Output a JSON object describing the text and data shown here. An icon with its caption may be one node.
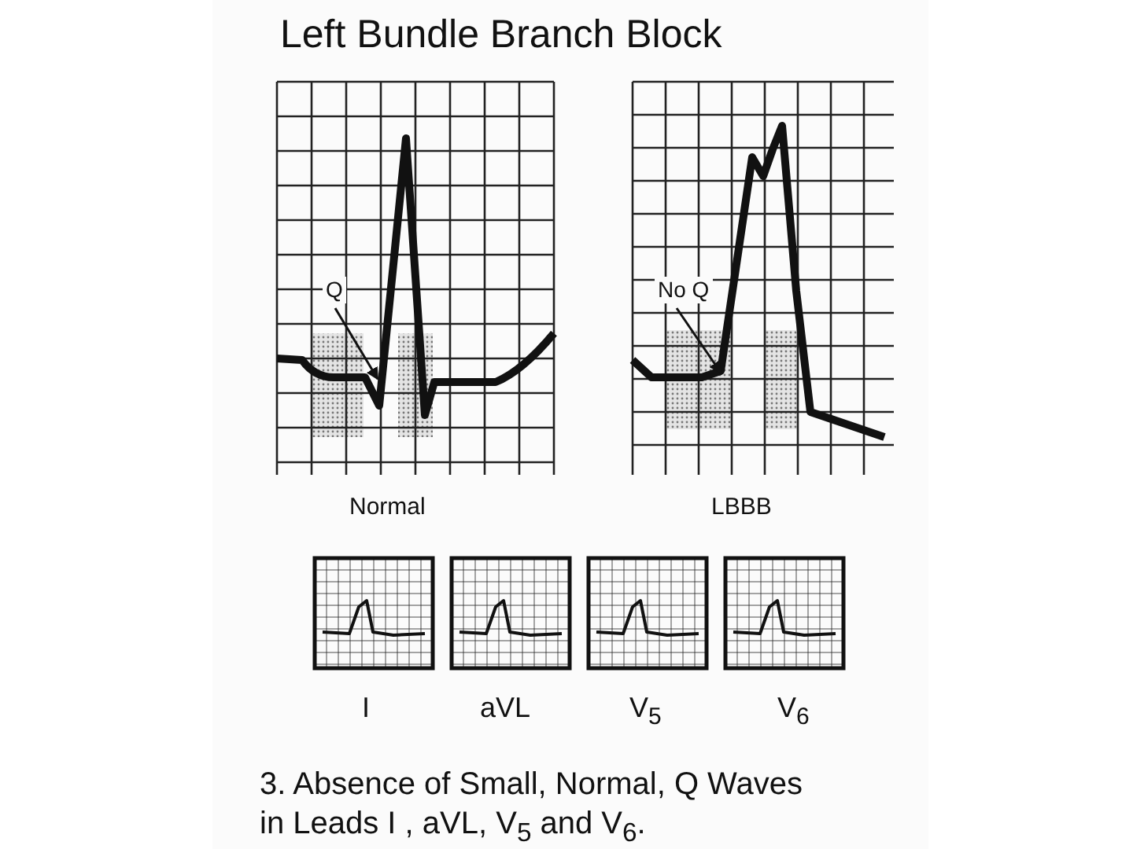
{
  "diagram": {
    "title": "Left Bundle Branch Block",
    "caption": "3. Absence of Small, Normal, Q Waves in Leads I , aVL, V$_{5}$ and V$_{6}$.",
    "nodes": [
      {
        "text": [],
        "shape": "picture"
      },
      {
        "text": [
          "Q"
        ],
        "in": 0
      },
      {
        "text": [],
        "shape": "picture"
      },
      {
        "text": [
          "No Q"
        ],
        "in": 2
      }
    ],
    "edges": [
      {
        "from": 1,
        "to": 0,
        "arrow": "to"
      },
      {
        "from": 3,
        "to": 2,
        "arrow": "to"
      }
    ],
    "labels": [
      "Normal",
      "LBBB",
      "I",
      "aVL",
      "V$_{5}$",
      "V$_{6}$"
    ]
  }
}
